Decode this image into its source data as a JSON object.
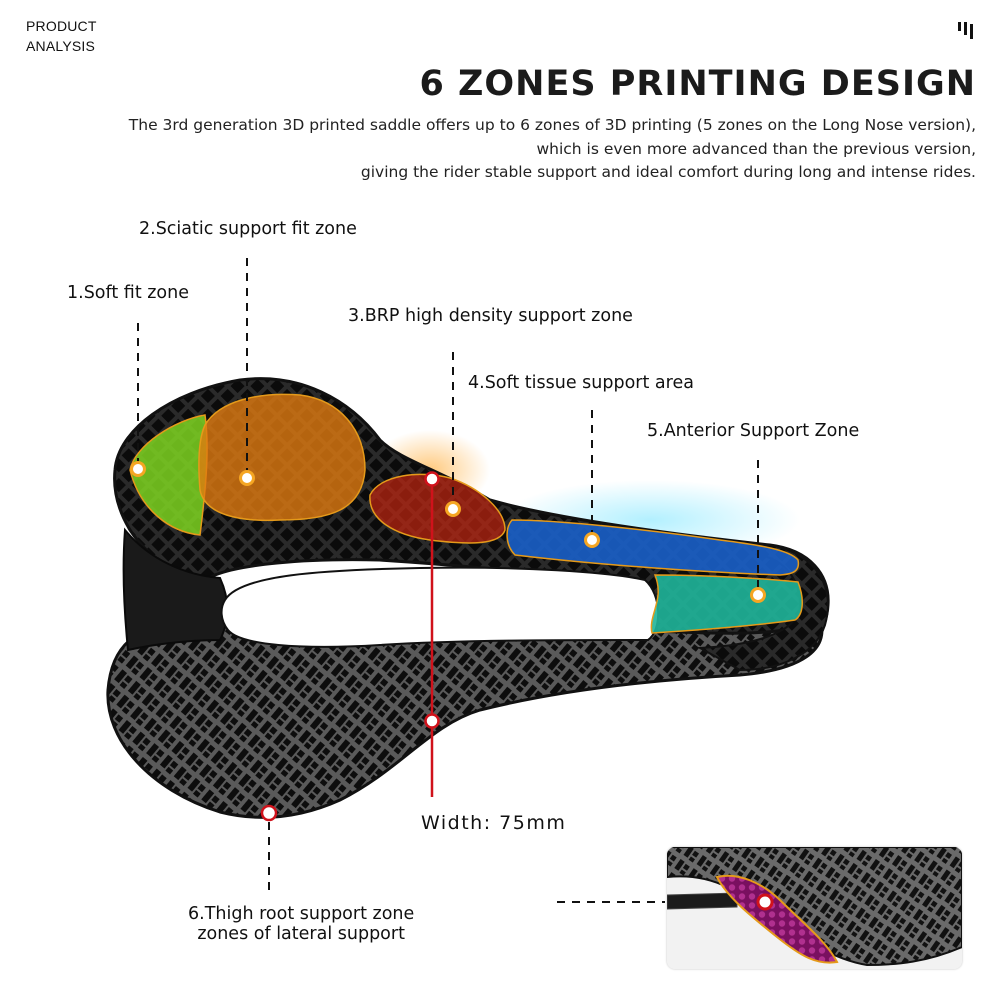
{
  "header": {
    "badge_line1": "PRODUCT",
    "badge_line2": "ANALYSIS",
    "logo_icon": "brand-bars-icon",
    "title": "6 ZONES PRINTING DESIGN",
    "description": [
      "The 3rd generation 3D printed saddle offers up to 6 zones of 3D printing (5 zones on the Long Nose version),",
      "which is even more advanced than the previous version,",
      "giving the rider stable support and ideal comfort during long and intense rides."
    ]
  },
  "zones": [
    {
      "label": "1.Soft fit zone",
      "color": "#7ed321"
    },
    {
      "label": "2.Sciatic support fit zone",
      "color": "#e07a10"
    },
    {
      "label": "3.BRP high density support zone",
      "color": "#d0021b"
    },
    {
      "label": "4.Soft tissue support area",
      "color": "#c0392b"
    },
    {
      "label": "5.Anterior Support Zone",
      "color": "#1a5fc8"
    },
    {
      "label": "6.Thigh root support zone",
      "sublabel": "zones of lateral support",
      "color": "#9b1b7a"
    }
  ],
  "extra_zone_color": "#1fb59a",
  "measurement": {
    "label": "Width: 75mm",
    "line_color": "#d0121b"
  },
  "colors": {
    "outline": "#e59a1a",
    "marker_fill": "#ffffff",
    "marker_ring": "#f5a623",
    "marker_ring_red": "#d0121b",
    "saddle_body": "#1c1c1c"
  }
}
